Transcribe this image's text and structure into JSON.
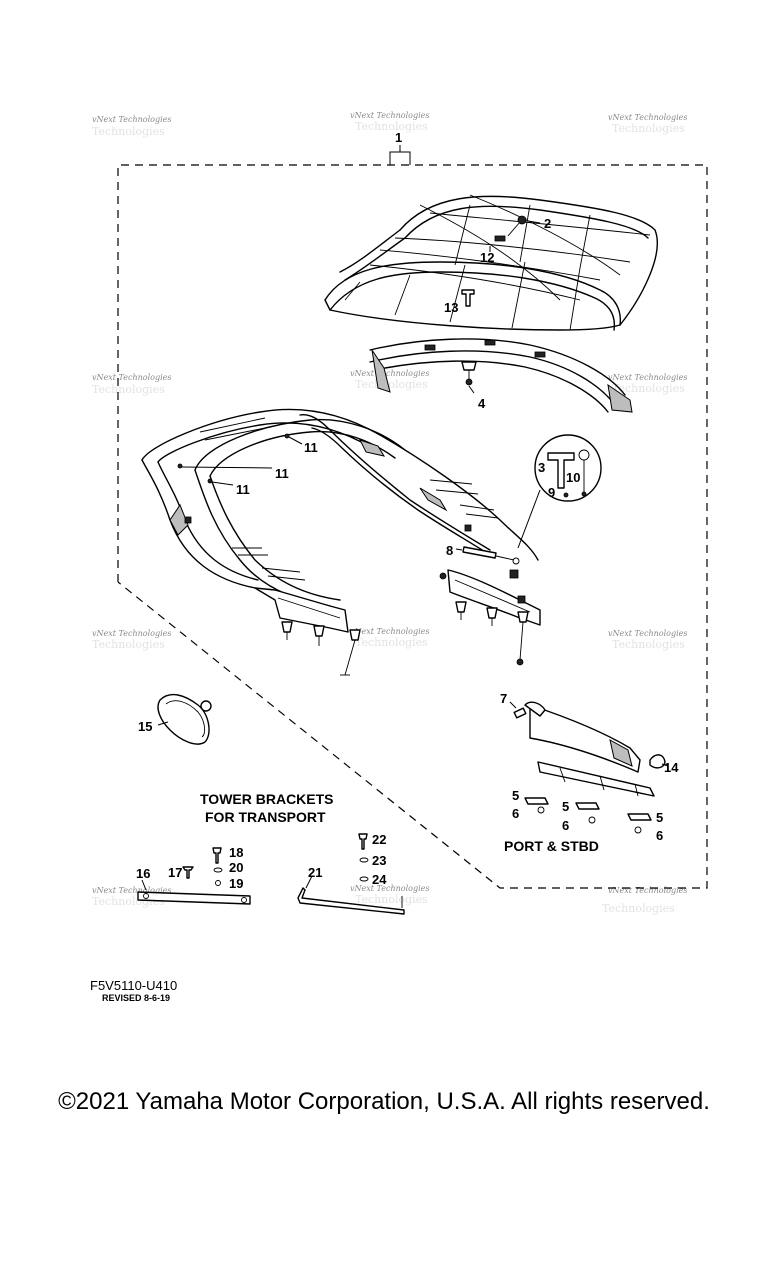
{
  "watermark": {
    "line1": "vNext Technologies",
    "line2": "Technologies"
  },
  "callouts": {
    "c1": "1",
    "c2": "2",
    "c3": "3",
    "c4": "4",
    "c5a": "5",
    "c5b": "5",
    "c5c": "5",
    "c6a": "6",
    "c6b": "6",
    "c6c": "6",
    "c7": "7",
    "c8": "8",
    "c9": "9",
    "c10": "10",
    "c11a": "11",
    "c11b": "11",
    "c11c": "11",
    "c12": "12",
    "c13": "13",
    "c14": "14",
    "c15": "15",
    "c16": "16",
    "c17": "17",
    "c18": "18",
    "c19": "19",
    "c20": "20",
    "c21": "21",
    "c22": "22",
    "c23": "23",
    "c24": "24"
  },
  "labels": {
    "tower_brackets_line1": "TOWER BRACKETS",
    "tower_brackets_line2": "FOR TRANSPORT",
    "port_stbd": "PORT & STBD"
  },
  "footer": {
    "diagram_code": "F5V5110-U410",
    "revised": "REVISED 8-6-19",
    "copyright": "©2021 Yamaha Motor Corporation, U.S.A. All rights reserved."
  }
}
